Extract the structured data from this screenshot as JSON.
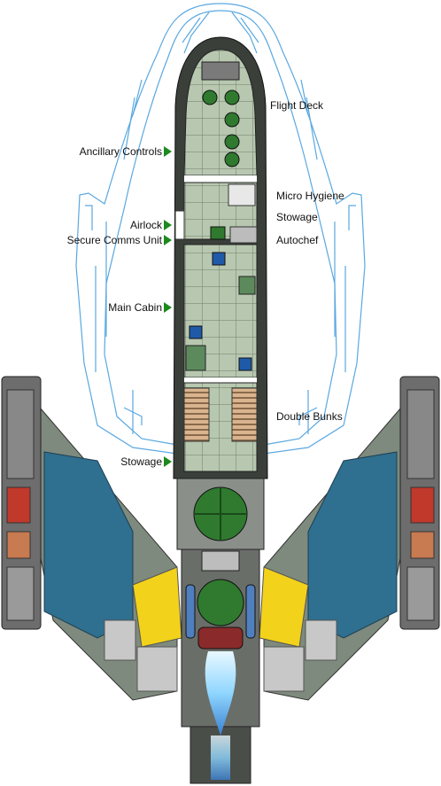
{
  "labels_left": [
    {
      "id": "ancillary-controls",
      "text": "Ancillary Controls"
    },
    {
      "id": "airlock",
      "text": "Airlock"
    },
    {
      "id": "secure-comms-unit",
      "text": "Secure Comms Unit"
    },
    {
      "id": "main-cabin",
      "text": "Main Cabin"
    },
    {
      "id": "stowage-lower",
      "text": "Stowage"
    }
  ],
  "labels_right": [
    {
      "id": "flight-deck",
      "text": "Flight Deck"
    },
    {
      "id": "micro-hygiene",
      "text": "Micro Hygiene"
    },
    {
      "id": "stowage-upper",
      "text": "Stowage"
    },
    {
      "id": "autochef",
      "text": "Autochef"
    },
    {
      "id": "double-bunks",
      "text": "Double Bunks"
    }
  ],
  "colors": {
    "hull_outline": "#5aa8e0",
    "hull_dark": "#3a3f3a",
    "deck_floor": "#b8c8b0",
    "grid_line": "#6f7d6a",
    "wing_blue": "#2f6f8f",
    "stripe_yellow": "#f2d21a",
    "arrow_green": "#1c8a1c",
    "reactor_green": "#2f7a2f",
    "exhaust_blue": "#8fd6ff"
  }
}
